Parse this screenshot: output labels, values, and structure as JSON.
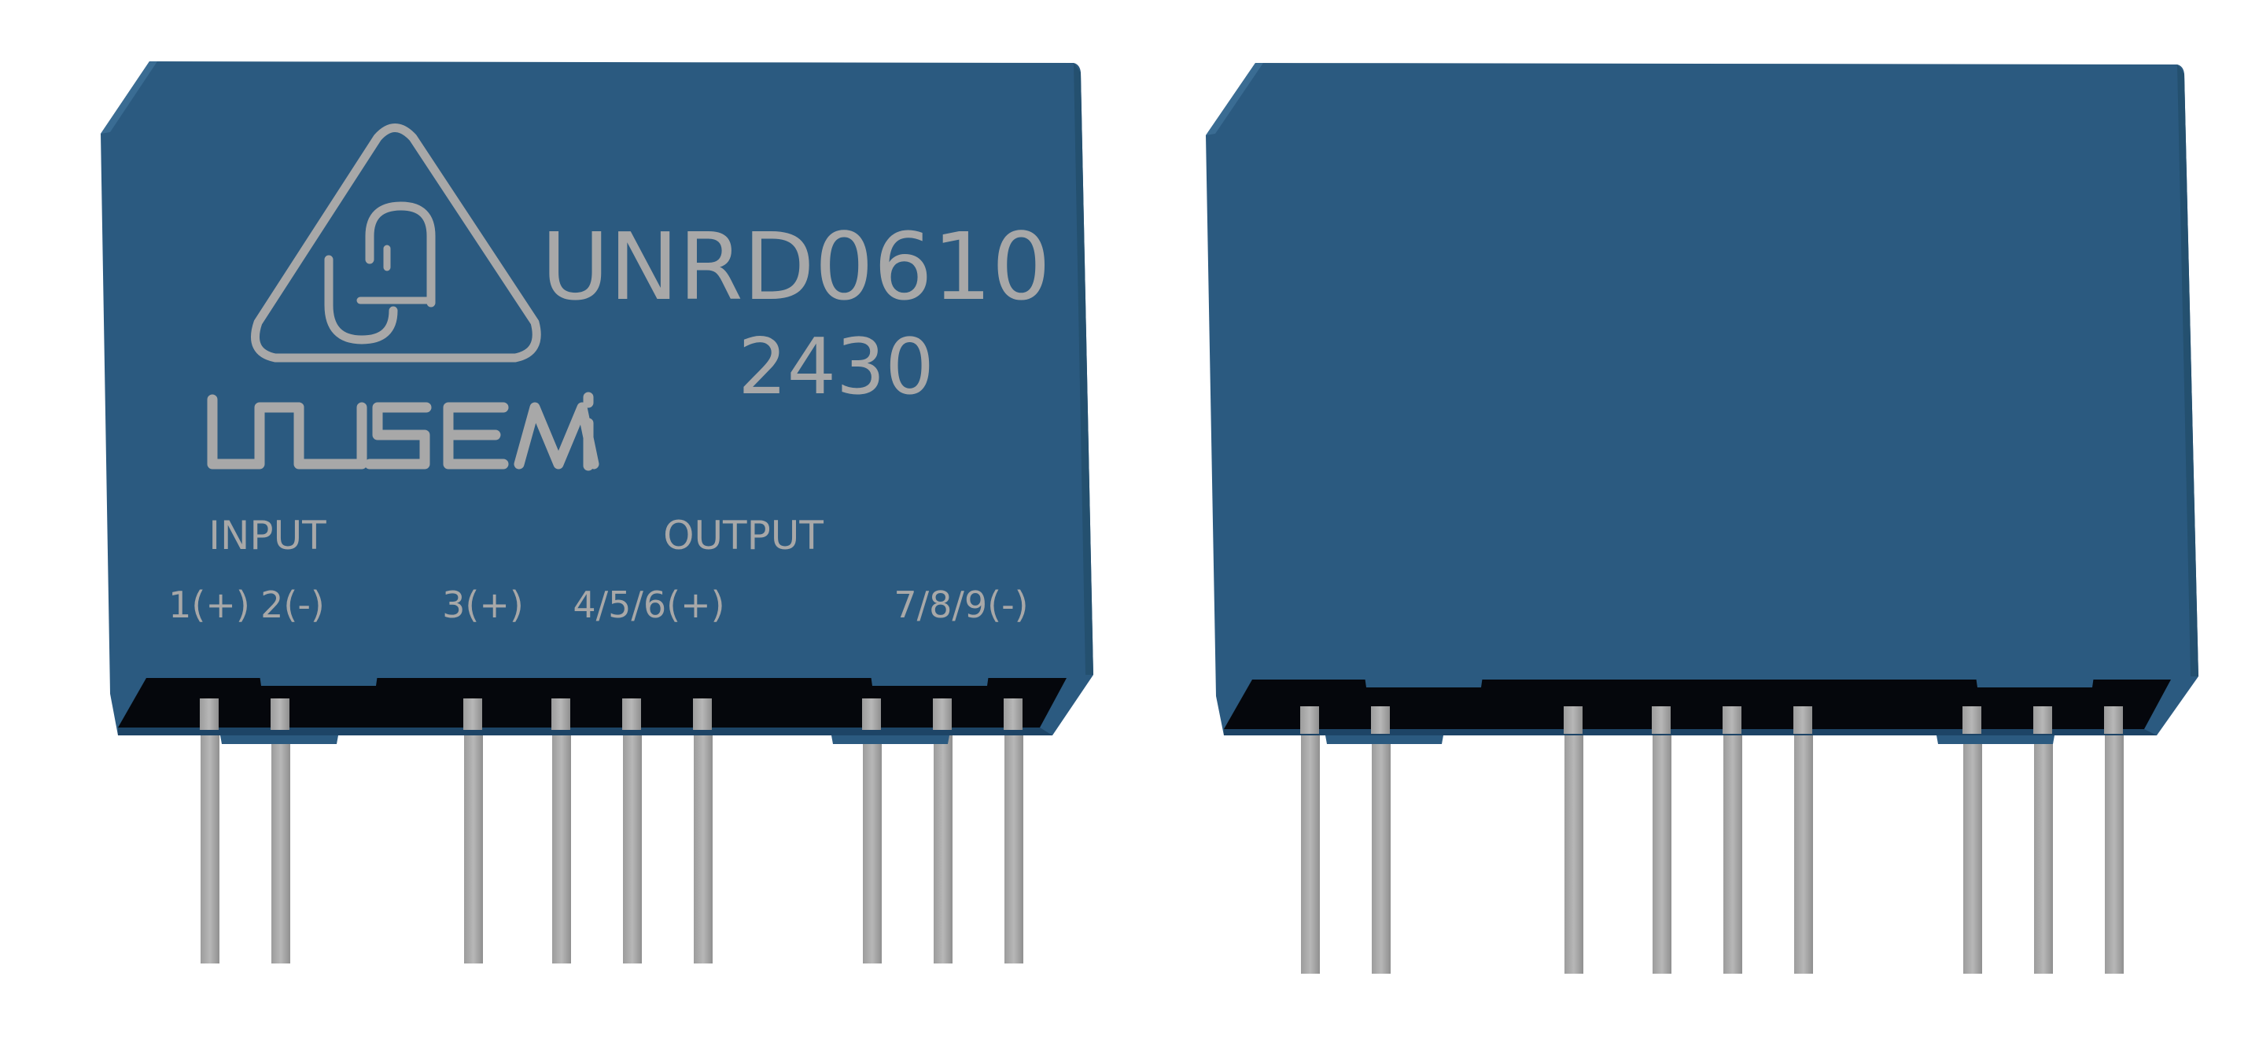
{
  "front_module": {
    "brand": "UNSEMi",
    "part_number": "UNRD0610",
    "date_code": "2430",
    "input_label": "INPUT",
    "output_label": "OUTPUT",
    "pin_labels": [
      "1(+)",
      "2(-)",
      "3(+)",
      "4/5/6(+)",
      "7/8/9(-)"
    ]
  },
  "colors": {
    "body": "#2b5a80",
    "body_dark": "#1d4466",
    "marking": "#a8a8a8",
    "pin": "#a9a9a9",
    "cavity": "#05070c"
  }
}
